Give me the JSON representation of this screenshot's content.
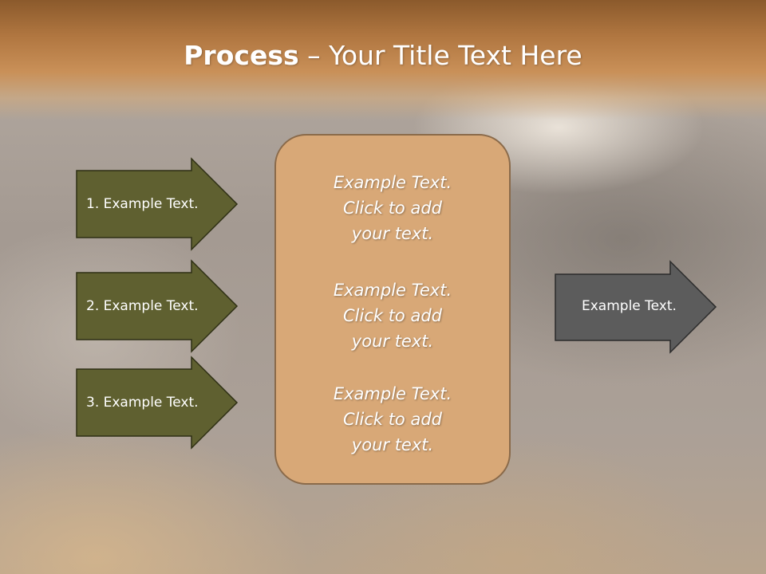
{
  "slide": {
    "title_bold": "Process",
    "title_rest": " – Your Title Text Here"
  },
  "inputs": [
    {
      "label": "1. Example Text."
    },
    {
      "label": "2. Example Text."
    },
    {
      "label": "3. Example Text."
    }
  ],
  "center_box": {
    "blocks": [
      {
        "lines": [
          "Example Text.",
          "Click  to add",
          "your text."
        ]
      },
      {
        "lines": [
          "Example Text.",
          "Click  to add",
          "your text."
        ]
      },
      {
        "lines": [
          "Example Text.",
          "Click  to add",
          "your text."
        ]
      }
    ]
  },
  "output": {
    "label": "Example Text."
  },
  "colors": {
    "input_arrow_fill": "#5f6030",
    "output_arrow_fill": "#5c5c5c",
    "center_box_fill": "#d8a877",
    "title_bar": "#b07640"
  }
}
